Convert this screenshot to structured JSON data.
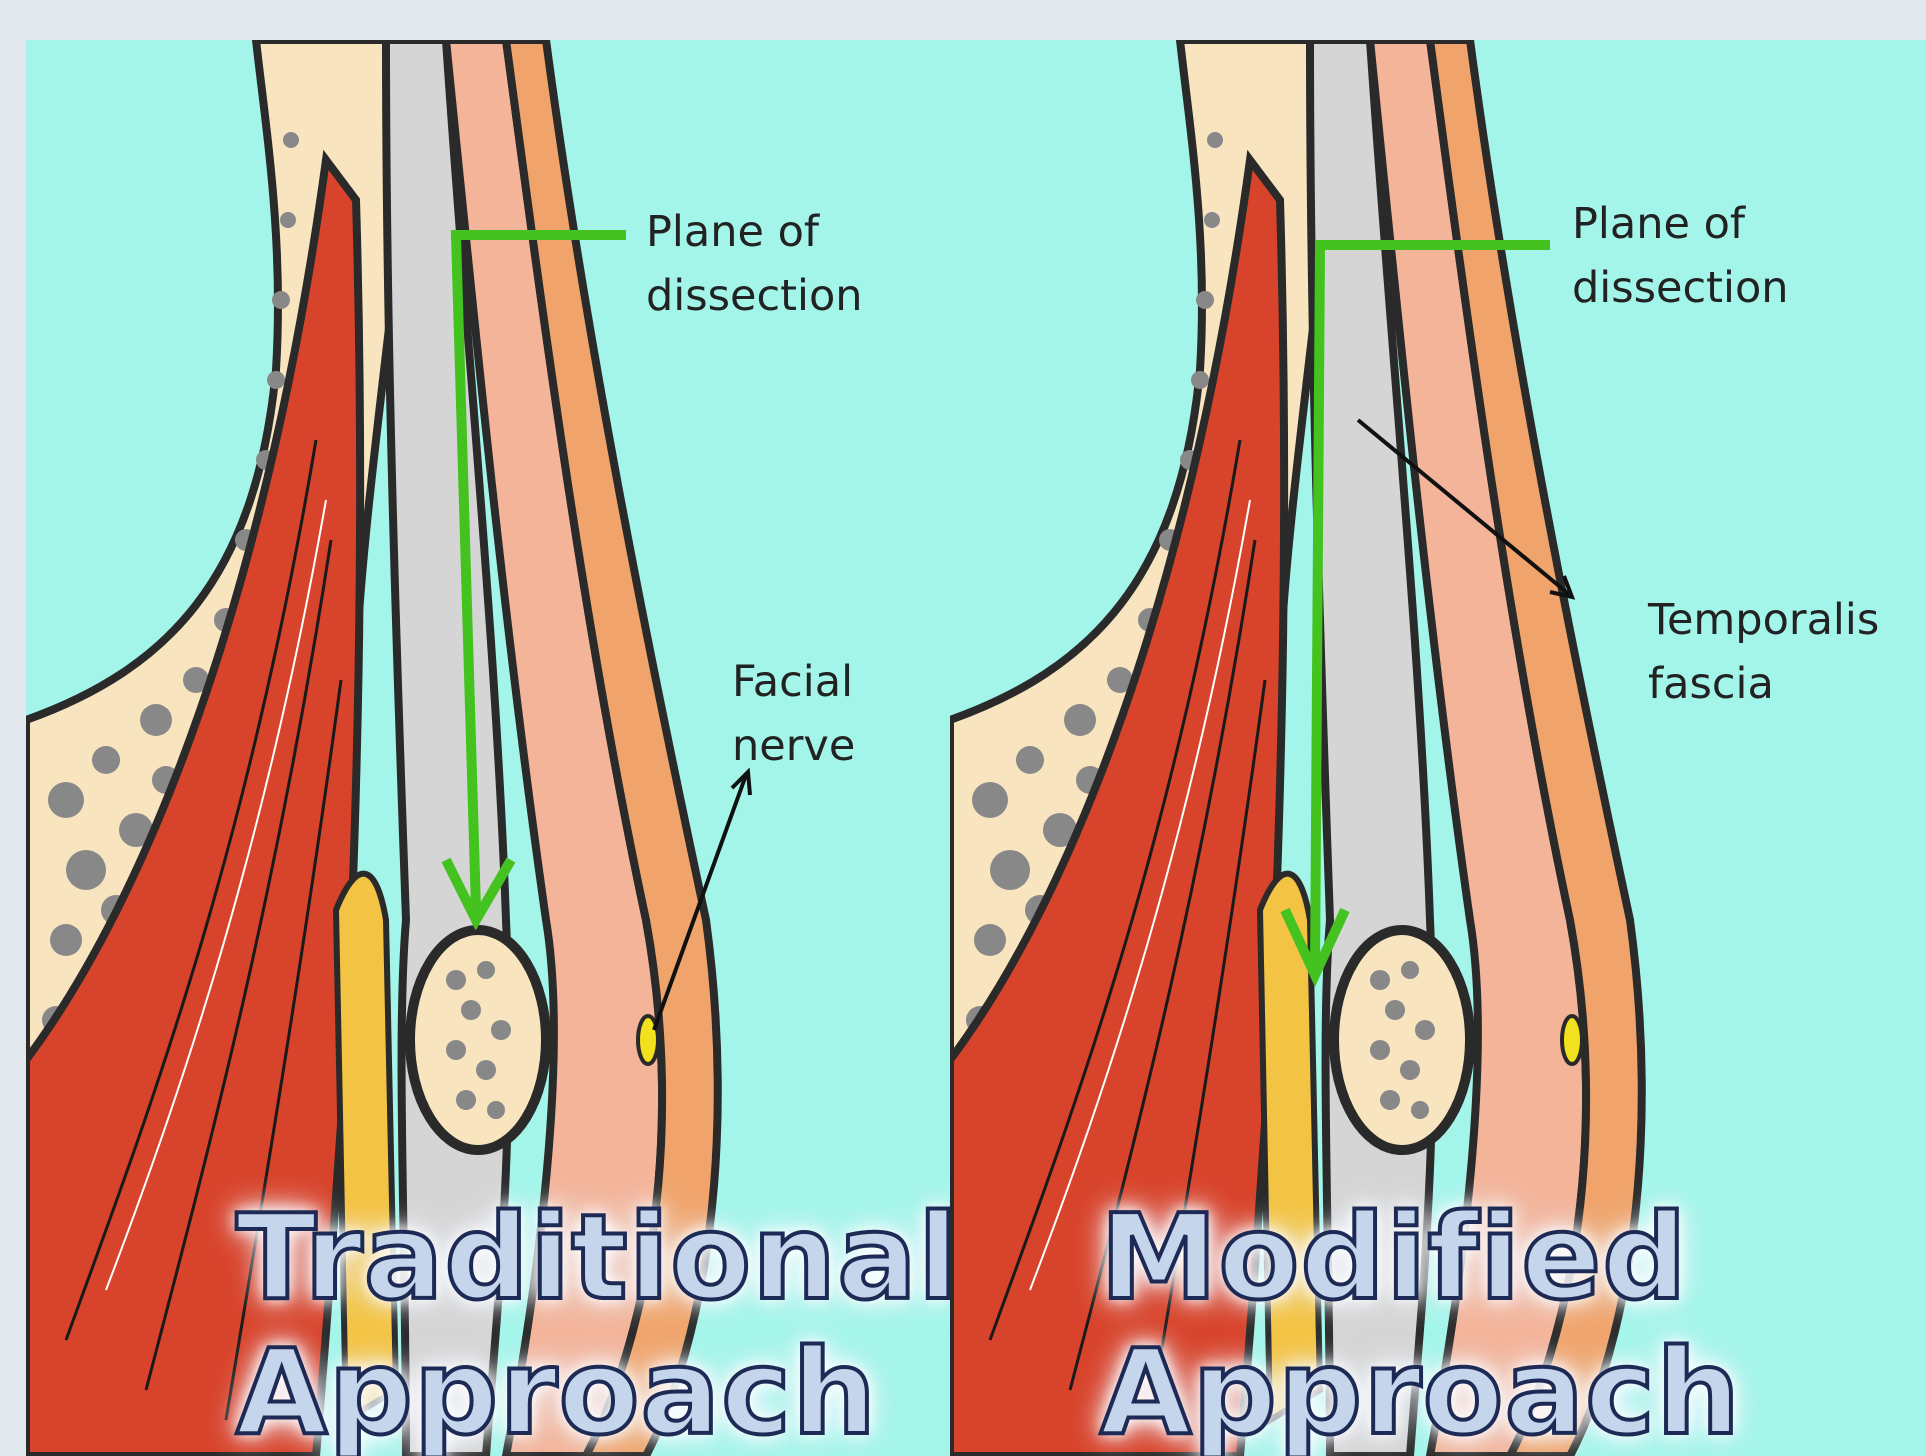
{
  "panels": [
    {
      "id": "traditional",
      "title_line1": "Traditional",
      "title_line2": "Approach",
      "labels": {
        "plane": {
          "line1": "Plane of",
          "line2": "dissection"
        },
        "nerve": {
          "line1": "Facial",
          "line2": "nerve"
        }
      }
    },
    {
      "id": "modified",
      "title_line1": "Modified",
      "title_line2": "Approach",
      "labels": {
        "plane": {
          "line1": "Plane of",
          "line2": "dissection"
        },
        "fascia": {
          "line1": "Temporalis",
          "line2": "fascia"
        }
      }
    }
  ],
  "colors": {
    "background": "#a3f5ea",
    "bone": "#f8e5c0",
    "muscle": "#d8432b",
    "fat": "#f3c343",
    "fascia_gray": "#d5d5d5",
    "skin_pink": "#f3b49a",
    "skin_orange": "#f0a46b",
    "arrow_green": "#44c21f",
    "nerve_yellow": "#f2e11d",
    "outline": "#2a2a2a"
  }
}
